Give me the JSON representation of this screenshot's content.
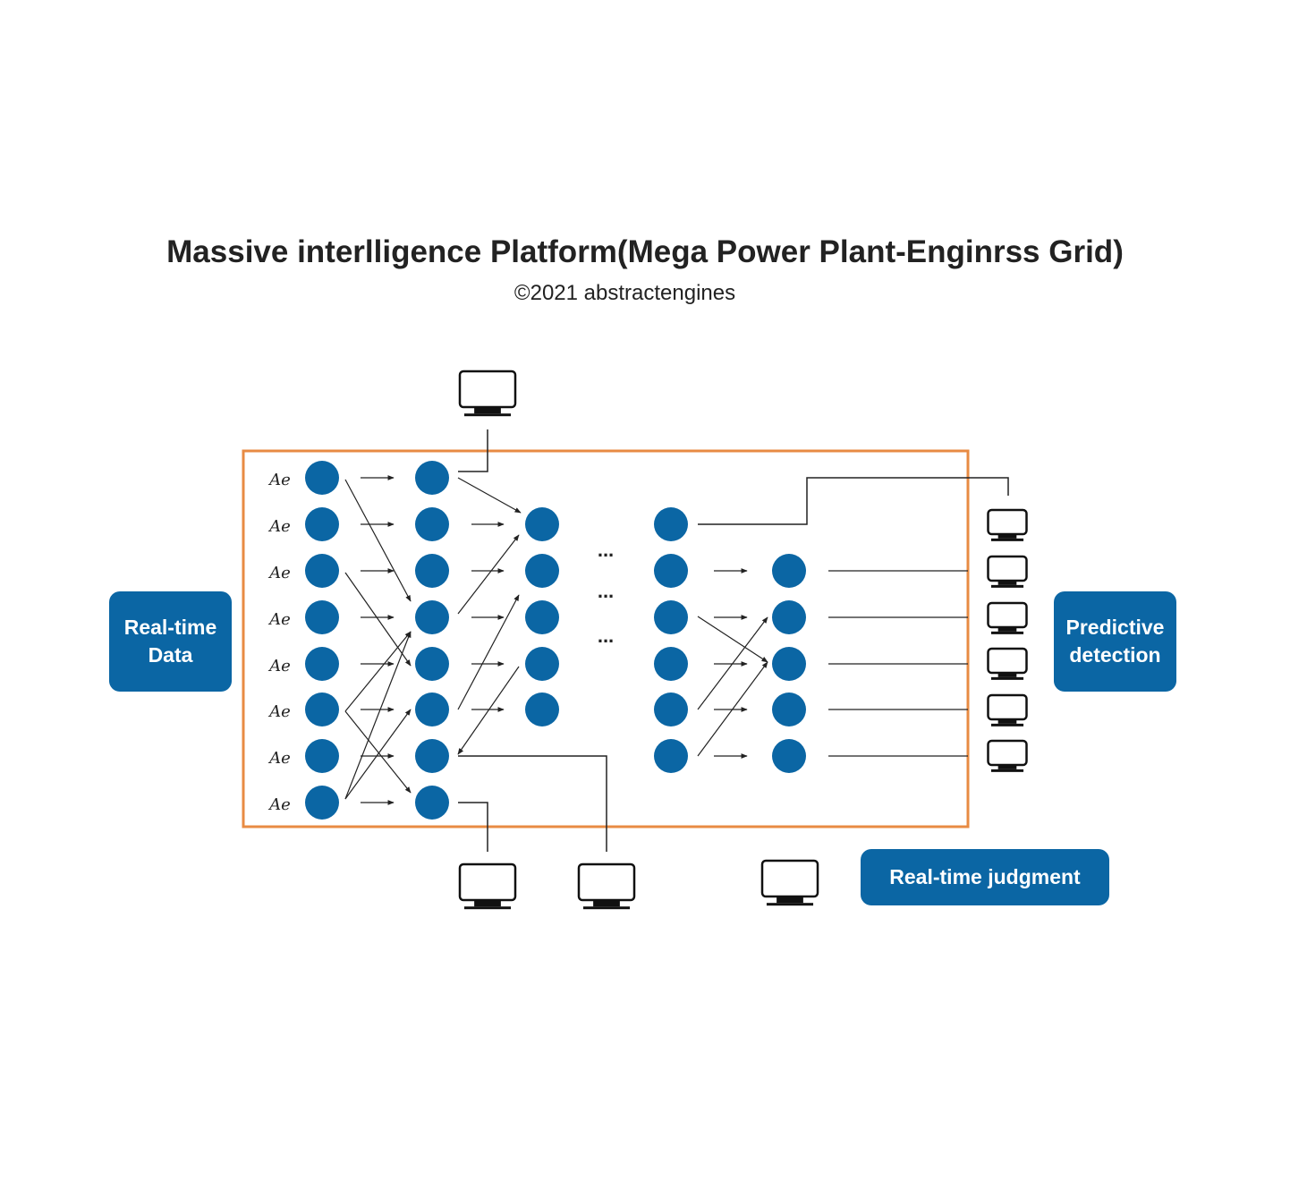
{
  "title": "Massive interlligence Platform(Mega Power Plant-Enginrss Grid)",
  "subtitle": "©2021 abstractengines",
  "labels": {
    "input": "Real-time Data",
    "output": "Predictive detection",
    "judgment": "Real-time judgment"
  },
  "input_symbol": "Ae",
  "ellipsis": "...",
  "colors": {
    "node": "#0b66a4",
    "frame": "#e88b43",
    "label_bg": "#0b66a4",
    "line": "#222222"
  },
  "icons": [
    "monitor-icon"
  ]
}
